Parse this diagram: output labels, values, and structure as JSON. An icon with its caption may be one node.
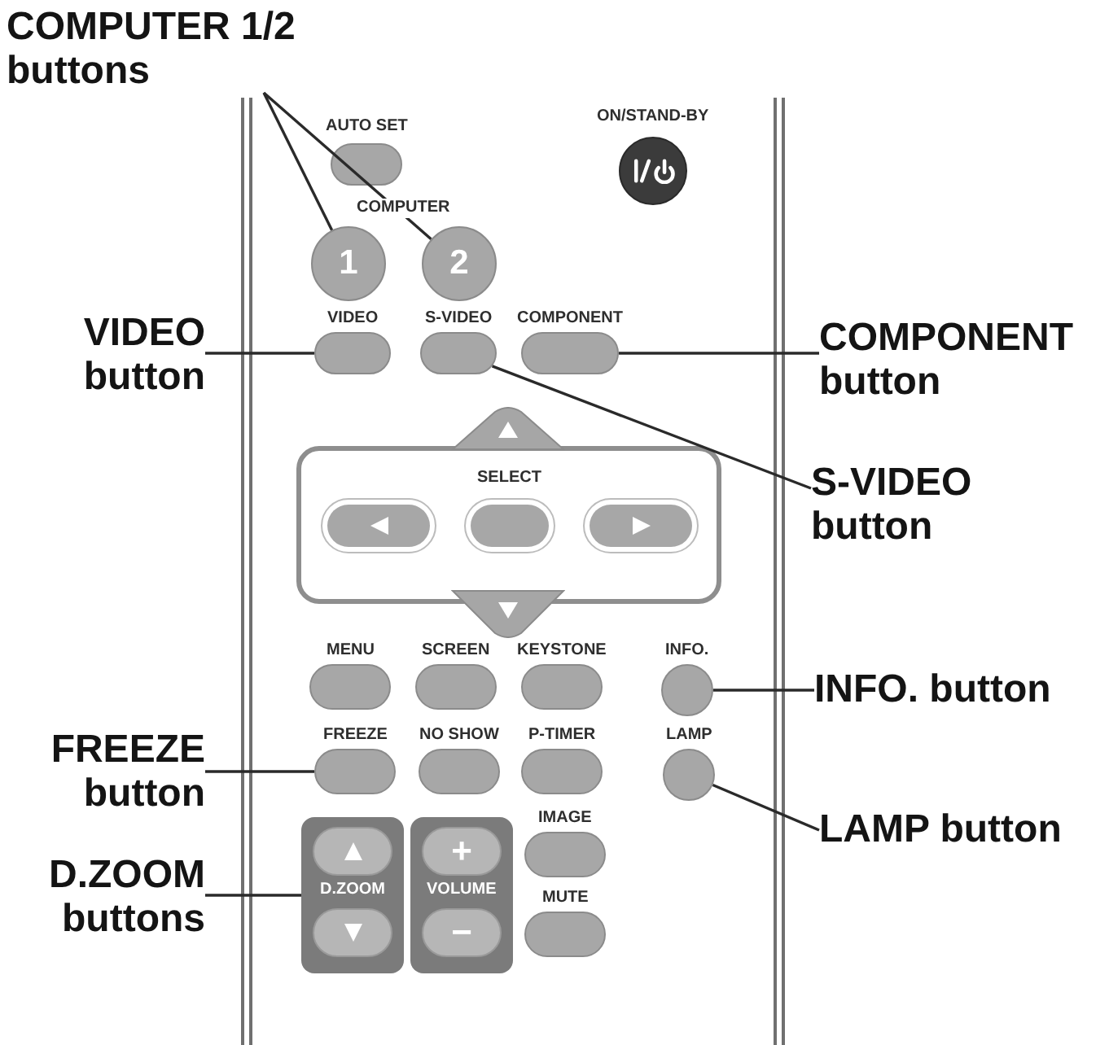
{
  "diagram": {
    "nodes": [
      {
        "text": [
          "COMPUTER 1/2 buttons"
        ]
      },
      {
        "text": [],
        "shape": "box"
      },
      {
        "text": [
          "AUTO SET"
        ],
        "in": 1
      },
      {
        "text": [
          "ON/STAND-BY"
        ],
        "in": 1
      },
      {
        "text": [
          "1"
        ],
        "in": 1
      },
      {
        "text": [
          "2"
        ],
        "in": 1
      },
      {
        "text": [
          "VIDEO button"
        ]
      },
      {
        "text": [
          "VIDEO"
        ],
        "in": 1
      },
      {
        "text": [
          "S-VIDEO"
        ],
        "in": 1
      },
      {
        "text": [
          "COMPONENT"
        ],
        "in": 1
      },
      {
        "text": [
          "COMPONENT button"
        ]
      },
      {
        "text": [],
        "shape": "triangle",
        "in": 1
      },
      {
        "text": [
          "SELECT"
        ],
        "in": 1
      },
      {
        "text": [],
        "shape": "oval",
        "in": 12
      },
      {
        "text": [],
        "shape": "oval",
        "in": 12
      },
      {
        "text": [],
        "shape": "oval",
        "in": 12
      },
      {
        "text": [
          "S-VIDEO button"
        ]
      },
      {
        "text": [],
        "shape": "triangle",
        "in": 1
      },
      {
        "text": [
          "MENU"
        ],
        "in": 1
      },
      {
        "text": [
          "SCREEN"
        ],
        "in": 1
      },
      {
        "text": [
          "KEYSTONE"
        ],
        "in": 1
      },
      {
        "text": [
          "INFO."
        ],
        "in": 1
      },
      {
        "text": [
          "INFO. button"
        ]
      },
      {
        "text": [
          "FREEZE button"
        ]
      },
      {
        "text": [
          "FREEZE"
        ],
        "in": 1
      },
      {
        "text": [
          "NO SHOW"
        ],
        "in": 1
      },
      {
        "text": [
          "P-TIMER"
        ],
        "in": 1
      },
      {
        "text": [
          "LAMP"
        ],
        "in": 1
      },
      {
        "text": [
          "LAMP button"
        ]
      },
      {
        "text": [
          "D.ZOOM buttons"
        ]
      },
      {
        "text": [
          "D.ZOOM"
        ],
        "in": 1
      },
      {
        "text": [],
        "shape": "oval",
        "in": 30
      },
      {
        "text": [],
        "shape": "oval",
        "in": 30
      },
      {
        "text": [
          "VOLUME"
        ],
        "in": 1
      },
      {
        "text": [
          "+"
        ],
        "in": 33
      },
      {
        "text": [
          "−"
        ],
        "in": 33
      },
      {
        "text": [
          "IMAGE"
        ],
        "in": 1
      },
      {
        "text": [
          "MUTE"
        ],
        "in": 1
      }
    ],
    "edges": [
      {
        "from": 0,
        "to": 4,
        "arrow": "none"
      },
      {
        "from": 0,
        "to": 5,
        "arrow": "none"
      },
      {
        "from": 6,
        "to": 7,
        "arrow": "none"
      },
      {
        "from": 10,
        "to": 9,
        "arrow": "none"
      },
      {
        "from": 16,
        "to": 8,
        "arrow": "none"
      },
      {
        "from": 22,
        "to": 21,
        "arrow": "none"
      },
      {
        "from": 23,
        "to": 24,
        "arrow": "none"
      },
      {
        "from": 28,
        "to": 27,
        "arrow": "none"
      },
      {
        "from": 29,
        "to": 30,
        "arrow": "none"
      }
    ],
    "labels": [
      "COMPUTER"
    ]
  }
}
